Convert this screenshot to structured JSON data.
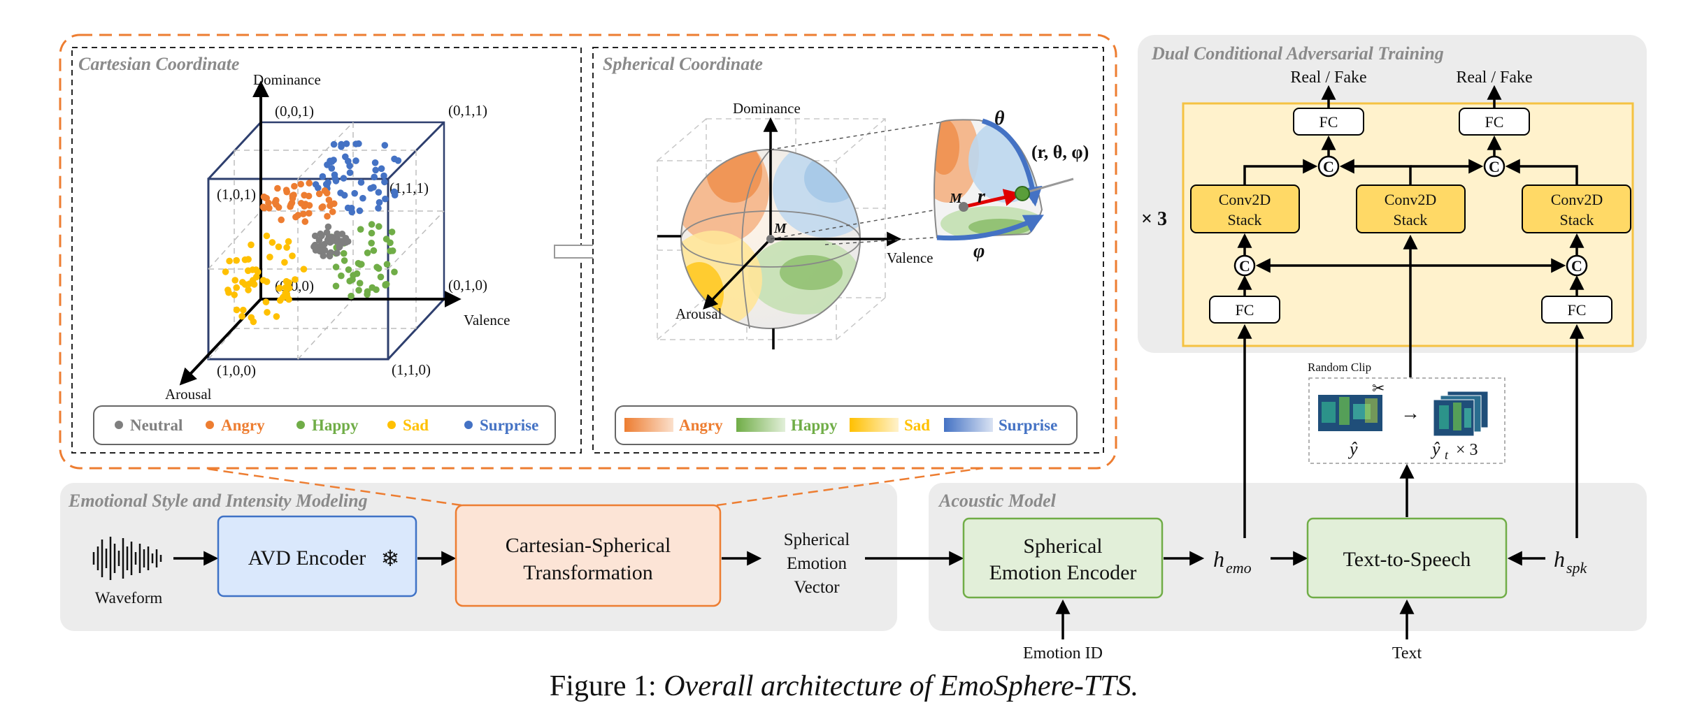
{
  "cartesian": {
    "title": "Cartesian Coordinate",
    "axes": {
      "dominance": "Dominance",
      "valence": "Valence",
      "arousal": "Arousal"
    },
    "corners": {
      "c001": "(0,0,1)",
      "c011": "(0,1,1)",
      "c101": "(1,0,1)",
      "c111": "(1,1,1)",
      "c000": "(0,0,0)",
      "c010": "(0,1,0)",
      "c100": "(1,0,0)",
      "c110": "(1,1,0)"
    },
    "legend": [
      {
        "label": "Neutral",
        "color": "#7f7f7f"
      },
      {
        "label": "Angry",
        "color": "#ed7d31"
      },
      {
        "label": "Happy",
        "color": "#70ad47"
      },
      {
        "label": "Sad",
        "color": "#ffc000"
      },
      {
        "label": "Surprise",
        "color": "#4472c4"
      }
    ]
  },
  "spherical": {
    "title": "Spherical Coordinate",
    "axes": {
      "dominance": "Dominance",
      "valence": "Valence",
      "arousal": "Arousal"
    },
    "center": "M",
    "theta": "θ",
    "phi": "φ",
    "r": "r",
    "point": "(r, θ, φ)",
    "legend": [
      {
        "label": "Angry",
        "color": "#ed7d31"
      },
      {
        "label": "Happy",
        "color": "#70ad47"
      },
      {
        "label": "Sad",
        "color": "#ffc000"
      },
      {
        "label": "Surprise",
        "color": "#4472c4"
      }
    ]
  },
  "adversarial": {
    "title": "Dual Conditional Adversarial Training",
    "real_fake_1": "Real / Fake",
    "real_fake_2": "Real / Fake",
    "fc": "FC",
    "concat": "C",
    "conv_line1": "Conv2D",
    "conv_line2": "Stack",
    "repeat": "× 3",
    "random_clip": "Random Clip",
    "y_hat": "ŷ",
    "arrow": "→",
    "y_hat_t": "ŷ",
    "y_hat_t_sub": "t",
    "times3": "× 3"
  },
  "emotional": {
    "title": "Emotional Style and Intensity Modeling",
    "waveform": "Waveform",
    "avd": "AVD Encoder",
    "cs_line1": "Cartesian-Spherical",
    "cs_line2": "Transformation",
    "sev_line1": "Spherical",
    "sev_line2": "Emotion",
    "sev_line3": "Vector"
  },
  "acoustic": {
    "title": "Acoustic Model",
    "see_line1": "Spherical",
    "see_line2": "Emotion Encoder",
    "h": "h",
    "emo_sub": "emo",
    "spk_sub": "spk",
    "tts": "Text-to-Speech",
    "emotion_id": "Emotion ID",
    "text": "Text"
  },
  "caption": {
    "prefix": "Figure 1:",
    "italic": "Overall architecture of EmoSphere-TTS."
  }
}
